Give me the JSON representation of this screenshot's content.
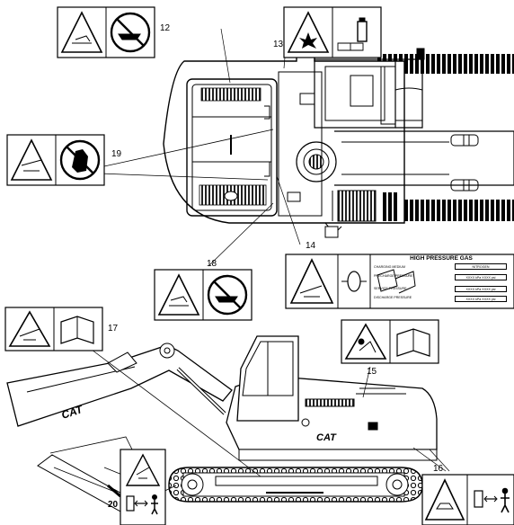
{
  "callouts": {
    "n12": "12",
    "n13": "13",
    "n14": "14",
    "n15": "15",
    "n16": "16",
    "n17": "17",
    "n18": "18",
    "n19": "19",
    "n20": "20"
  },
  "high_pressure_gas": {
    "title": "HIGH PRESSURE GAS",
    "rows": [
      {
        "label": "CHARGING MEDIUM",
        "value": "NITROGEN"
      },
      {
        "label": "PRECHARGE PRESSURE",
        "value": "XXXX kPa XXXX psi"
      },
      {
        "label": "SERVICE PRESSURE",
        "value": "XXXX kPa XXXX psi"
      },
      {
        "label": "DISCHARGE PRESSURE",
        "value": "XXXX kPa XXXX psi"
      }
    ]
  },
  "brand": {
    "boom_logo": "CAT",
    "body_logo": "CAT"
  },
  "icons": [
    "warning-triangle-icon",
    "no-hand-icon",
    "manual-book-icon",
    "explosion-icon",
    "accumulator-icon",
    "person-distance-icon",
    "arrow-double-icon"
  ]
}
